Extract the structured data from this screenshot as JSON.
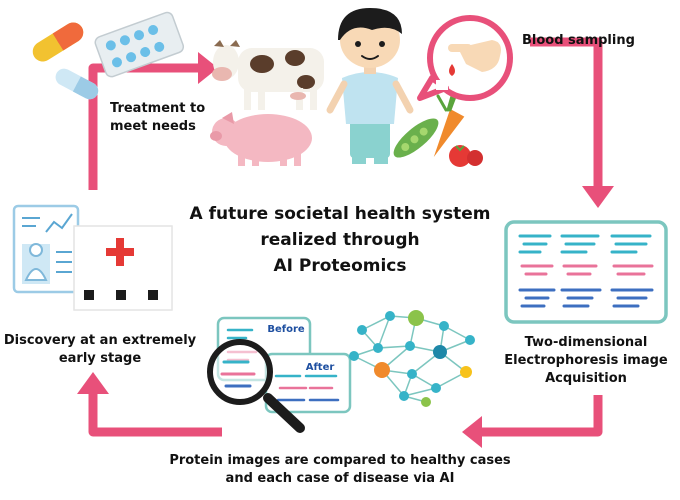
{
  "title": {
    "line1": "A future societal health system",
    "line2": "realized through",
    "line3": "AI Proteomics"
  },
  "steps": {
    "treatment": {
      "line1": "Treatment to",
      "line2": "meet needs"
    },
    "blood": {
      "label": "Blood sampling"
    },
    "electrophoresis": {
      "line1": "Two-dimensional",
      "line2": "Electrophoresis image",
      "line3": "Acquisition"
    },
    "comparison": {
      "line1": "Protein images are compared to healthy cases",
      "line2": "and each case of disease via AI"
    },
    "discovery": {
      "line1": "Discovery at an extremely",
      "line2": "early stage"
    }
  },
  "panels": {
    "before": "Before",
    "after": "After"
  },
  "icons": [
    "pill-capsule-icon",
    "pill-blister-icon",
    "cow-icon",
    "pig-icon",
    "person-icon",
    "vegetables-icon",
    "finger-blood-drop-icon",
    "gel-image-icon",
    "magnifier-icon",
    "neural-network-icon",
    "medical-chart-icon",
    "hospital-icon"
  ],
  "colors": {
    "arrow": "#e8507a",
    "accent_teal": "#7cc6bf",
    "gel_cyan": "#36b3c8",
    "gel_pink": "#e9739a",
    "gel_blue": "#3d6fc0",
    "hospital_red": "#e53935"
  }
}
